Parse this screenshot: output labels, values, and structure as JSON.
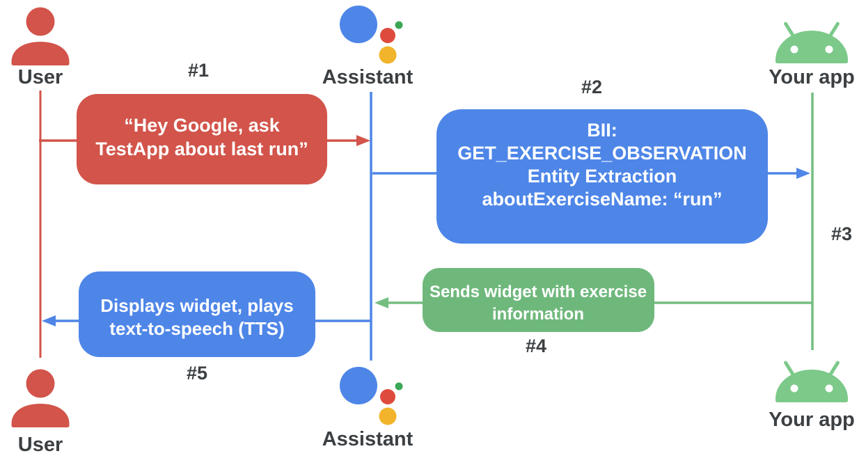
{
  "colors": {
    "red": "#D2544A",
    "blue": "#4E86E8",
    "green_box": "#6FB87C",
    "green_line": "#74BE81",
    "android_green": "#7CC98A",
    "assistant_red": "#DE4B3C",
    "assistant_yellow": "#F2B42B",
    "assistant_green": "#3BA757",
    "text_dark": "#3C4043"
  },
  "actors": {
    "user": {
      "label": "User"
    },
    "assistant": {
      "label": "Assistant"
    },
    "your_app": {
      "label": "Your app"
    }
  },
  "step_labels": {
    "s1": "#1",
    "s2": "#2",
    "s3": "#3",
    "s4": "#4",
    "s5": "#5"
  },
  "messages": {
    "step1": {
      "line1": "“Hey Google, ask",
      "line2": "TestApp about last run”"
    },
    "step2": {
      "line1": "BII:",
      "line2": "GET_EXERCISE_OBSERVATION",
      "line3": "Entity Extraction",
      "line4": "aboutExerciseName: “run”"
    },
    "step4": {
      "line1": "Sends widget with exercise",
      "line2": "information"
    },
    "step5": {
      "line1": "Displays widget, plays",
      "line2": "text-to-speech (TTS)"
    }
  }
}
